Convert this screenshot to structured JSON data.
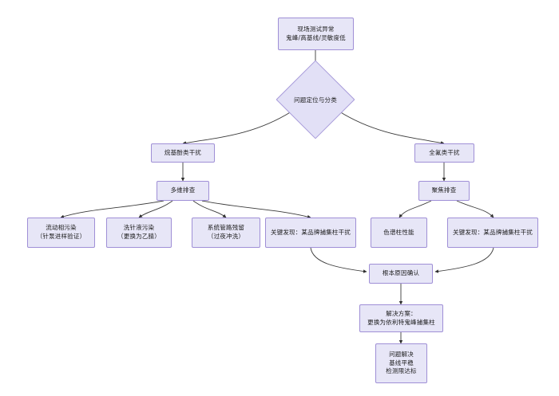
{
  "diagram": {
    "title_node": {
      "lines": [
        "现场测试异常",
        "鬼峰/高基线/灵敏度低"
      ]
    },
    "decision": {
      "label": "问题定位与分类"
    },
    "branches": {
      "left": "烷基酚类干扰",
      "right": "全氟类干扰"
    },
    "investigation": {
      "left": "多维排查",
      "right": "聚焦排查"
    },
    "left_leaves": [
      {
        "lines": [
          "流动相污染",
          "（针泵进样验证）"
        ]
      },
      {
        "lines": [
          "洗针液污染",
          "（更换为乙腈）"
        ]
      },
      {
        "lines": [
          "系统管路残留",
          "（过夜冲洗）"
        ]
      },
      {
        "lines": [
          "关键发现：某品牌捕集柱干扰"
        ]
      }
    ],
    "right_leaves": [
      {
        "lines": [
          "色谱柱性能"
        ]
      },
      {
        "lines": [
          "关键发现：某品牌捕集柱干扰"
        ]
      }
    ],
    "root_cause": {
      "lines": [
        "根本原因确认"
      ]
    },
    "solution": {
      "lines": [
        "解决方案：",
        "更换为依利特鬼峰捕集柱"
      ]
    },
    "outcome": {
      "lines": [
        "问题解决",
        "基线平稳",
        "检测限达标"
      ]
    },
    "colors": {
      "node_fill": "#e7e6f7",
      "node_border": "#9f8fd6",
      "diamond_fill": "#e2e0f6",
      "diamond_border": "#a79ada",
      "edge": "#3a3a3a",
      "text": "#1b1b1b",
      "background": "#ffffff"
    }
  }
}
